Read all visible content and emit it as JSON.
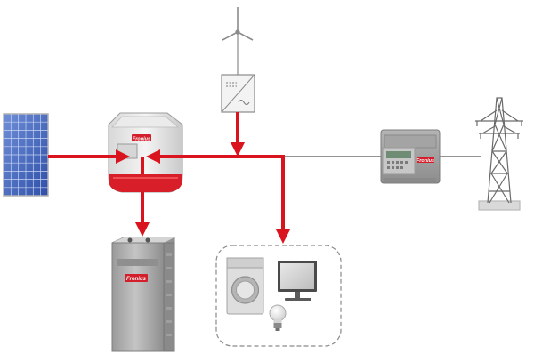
{
  "colors": {
    "energy_flow": "#d9141e",
    "grid_line": "#555555",
    "brand_red": "#d21f2b"
  },
  "components": {
    "solar_panel": {
      "icon": "solar-panel-icon"
    },
    "inverter": {
      "icon": "inverter-icon",
      "brand": "Fronius"
    },
    "wind_turbine": {
      "icon": "wind-turbine-icon"
    },
    "wind_converter": {
      "icon": "ac-dc-converter-icon"
    },
    "energy_meter": {
      "icon": "energy-meter-icon",
      "brand": "Fronius"
    },
    "power_pylon": {
      "icon": "power-pylon-icon"
    },
    "battery": {
      "icon": "battery-storage-icon",
      "brand": "Fronius"
    },
    "loads": {
      "icons": [
        "washing-machine-icon",
        "tv-monitor-icon",
        "light-bulb-icon"
      ]
    }
  }
}
